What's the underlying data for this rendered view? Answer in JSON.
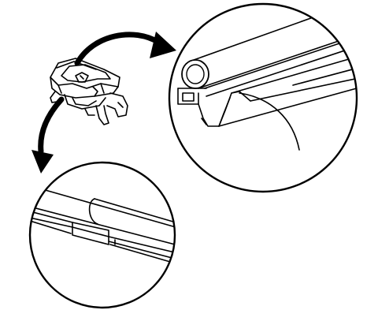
{
  "figure": {
    "kind": "technical line illustration",
    "colors": {
      "stroke": "#000000",
      "background": "#ffffff"
    },
    "parts": [
      {
        "id": "clip-component",
        "label": ""
      },
      {
        "id": "detail-seal-profile",
        "label": ""
      },
      {
        "id": "detail-seam-joint",
        "label": ""
      }
    ]
  }
}
